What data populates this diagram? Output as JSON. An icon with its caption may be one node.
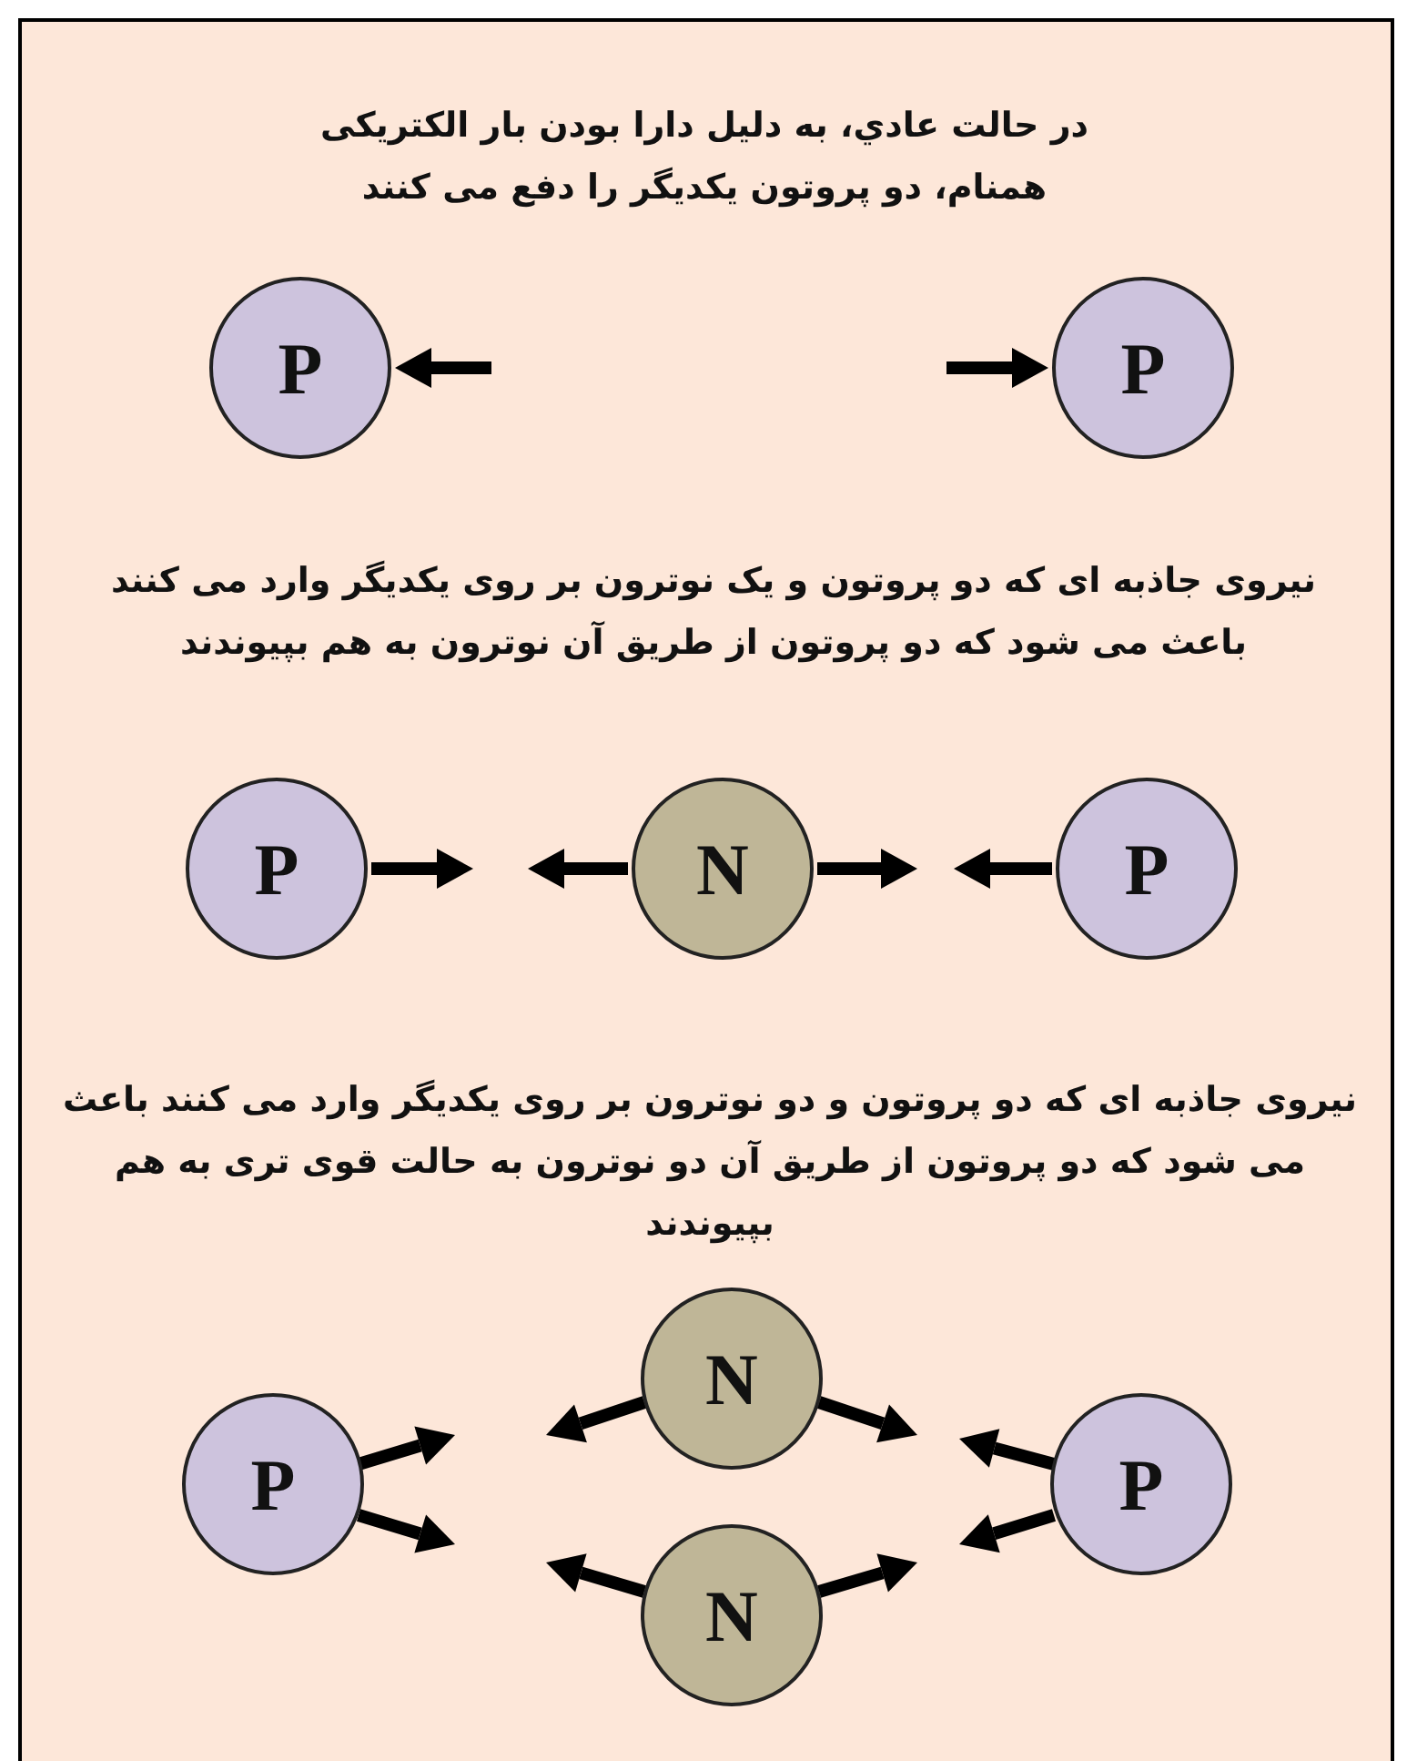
{
  "diagram": {
    "nodes": [
      {
        "text": [
          "P"
        ]
      },
      {
        "text": [
          "P"
        ]
      },
      {
        "text": [
          "P"
        ]
      },
      {
        "text": [
          "N"
        ]
      },
      {
        "text": [
          "P"
        ]
      },
      {
        "text": [
          "P"
        ]
      },
      {
        "text": [
          "N"
        ]
      },
      {
        "text": [
          "N"
        ]
      },
      {
        "text": [
          "P"
        ]
      }
    ],
    "labels": [
      "در حالت عادي، به دليل دارا بودن بار الکتريکی همنام، دو پروتون يکديگر را دفع می کنند",
      "نیروی جاذبه ای که دو پروتون و یک نوترون بر روی یکدیگر وارد می کنند باعث می شود که دو پروتون از طریق آن نوترون به هم بپیوندند",
      "نیروی جاذبه ای که دو پروتون و دو نوترون بر روی یکدیگر وارد می کنند باعث می شود که دو پروتون از طریق آن دو نوترون به حالت قوی تری به هم بپیوندند"
    ]
  }
}
